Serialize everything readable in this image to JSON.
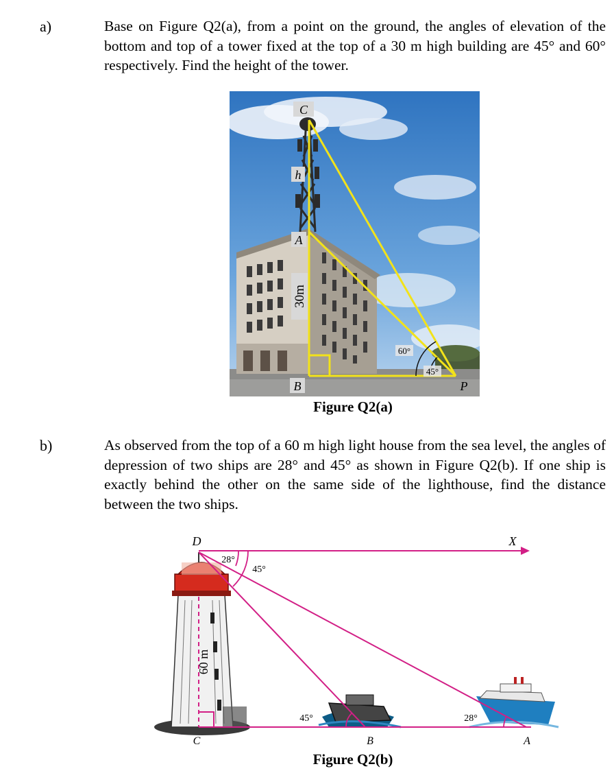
{
  "question_a": {
    "label": "a)",
    "text": "Base on Figure Q2(a), from a point on the ground, the angles of elevation of the bottom and top of a tower fixed at the top of a 30 m high building are 45° and 60° respectively. Find the height of the tower.",
    "figure": {
      "caption": "Figure Q2(a)",
      "point_c": "C",
      "point_h": "h",
      "point_a": "A",
      "height_label": "30m",
      "point_b": "B",
      "point_p": "P",
      "angle_60": "60°",
      "angle_45": "45°"
    }
  },
  "question_b": {
    "label": "b)",
    "text": "As observed from the top of a 60 m high light house from the sea level, the angles of depression of two ships are 28° and 45° as shown in Figure Q2(b). If one ship is exactly behind the other on the same side of the lighthouse, find the distance between the two ships.",
    "figure": {
      "caption": "Figure Q2(b)",
      "point_d": "D",
      "point_x": "X",
      "angle_28_top": "28°",
      "angle_45_top": "45°",
      "height_label": "60 m",
      "angle_45_bottom": "45°",
      "angle_28_bottom": "28°",
      "point_c": "C",
      "point_b": "B",
      "point_a": "A"
    }
  }
}
